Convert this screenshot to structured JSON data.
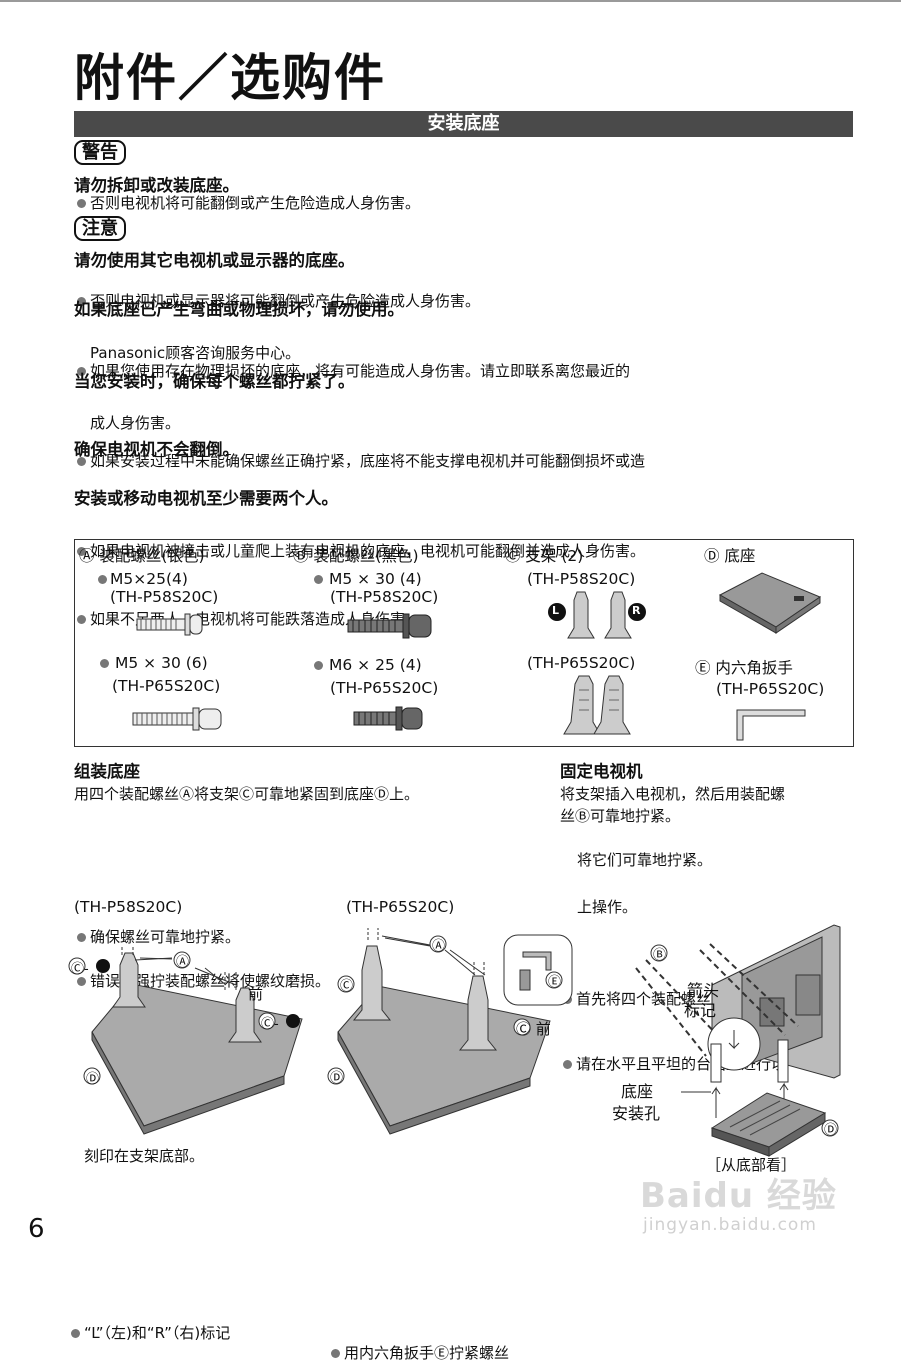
{
  "title": "附件／选购件",
  "section_banner": "安装底座",
  "warning": {
    "tag": "警告",
    "heading": "请勿拆卸或改装底座。",
    "bullet": "否则电视机将可能翻倒或产生危险造成人身伤害。"
  },
  "caution": {
    "tag": "注意",
    "items": [
      {
        "heading": "请勿使用其它电视机或显示器的底座。",
        "bullet": "否则电视机或显示器将可能翻倒或产生危险造成人身伤害。"
      },
      {
        "heading": "如果底座已产生弯曲或物理损坏，请勿使用。",
        "bullet": "如果您使用存在物理损坏的底座，将有可能造成人身伤害。请立即联系离您最近的",
        "bullet_cont": "Panasonic顾客咨询服务中心。"
      },
      {
        "heading": "当您安装时，确保每个螺丝都拧紧了。",
        "bullet": "如果安装过程中未能确保螺丝正确拧紧，底座将不能支撑电视机并可能翻倒损坏或造",
        "bullet_cont": "成人身伤害。"
      },
      {
        "heading": "确保电视机不会翻倒。",
        "bullet": "如果电视机被撞击或儿童爬上装有电视机的底座，电视机可能翻倒并造成人身伤害。"
      },
      {
        "heading": "安装或移动电视机至少需要两个人。",
        "bullet": "如果不足两人，电视机将可能跌落造成人身伤害。"
      }
    ]
  },
  "parts": {
    "a": {
      "label": "Ⓐ 装配螺丝(银色)",
      "spec1": "M5×25(4)",
      "model1": "(TH-P58S20C)",
      "spec2": "M5 × 30 (6)",
      "model2": "(TH-P65S20C)"
    },
    "b": {
      "label": "Ⓑ 装配螺丝(黑色)",
      "spec1": "M5 × 30 (4)",
      "model1": "(TH-P58S20C)",
      "spec2": "M6 × 25 (4)",
      "model2": "(TH-P65S20C)"
    },
    "c": {
      "label": "Ⓒ 支架 (2)",
      "model1": "(TH-P58S20C)",
      "model2": "(TH-P65S20C)",
      "left_mark": "L",
      "right_mark": "R"
    },
    "d": {
      "label": "Ⓓ 底座"
    },
    "e": {
      "label": "Ⓔ 内六角扳手",
      "model": "(TH-P65S20C)"
    }
  },
  "assemble": {
    "heading": "组装底座",
    "text": "用四个装配螺丝Ⓐ将支架Ⓒ可靠地紧固到底座Ⓓ上。",
    "bullets": [
      "确保螺丝可靠地拧紧。",
      "错误的强拧装配螺丝将使螺纹磨损。"
    ]
  },
  "fix_tv": {
    "heading": "固定电视机",
    "text1": "将支架插入电视机，然后用装配螺",
    "text2": "丝Ⓑ可靠地拧紧。",
    "bullet1a": "首先将四个装配螺丝松开，然后",
    "bullet1b": "将它们可靠地拧紧。",
    "bullet2a": "请在水平且平坦的台面上进行以",
    "bullet2b": "上操作。"
  },
  "diagram1": {
    "model": "(TH-P58S20C)",
    "label_c_r": "Ⓒ-",
    "label_a": "Ⓐ",
    "label_front": "前",
    "label_c_l": "Ⓒ-",
    "label_d": "Ⓓ",
    "note_a": "“L”（左)和“R”（右)标记",
    "note_b": "刻印在支架底部。"
  },
  "diagram2": {
    "model": "(TH-P65S20C)",
    "label_a": "Ⓐ",
    "label_c": "Ⓒ",
    "label_e": "Ⓔ",
    "label_c_front": "Ⓒ 前",
    "label_d": "Ⓓ",
    "note": "用内六角扳手Ⓔ拧紧螺丝"
  },
  "diagram3": {
    "label_b": "Ⓑ",
    "arrow_mark_1": "箭头",
    "arrow_mark_2": "标记",
    "hole_1": "底座",
    "hole_2": "安装孔",
    "label_d": "Ⓓ",
    "bottom_view": "［从底部看］"
  },
  "page_number": "6",
  "watermark": {
    "brand": "Baidu 经验",
    "url": "jingyan.baidu.com"
  },
  "colors": {
    "banner": "#4a4a4a",
    "bullet": "#777777",
    "part_gray": "#9a9a9a"
  }
}
